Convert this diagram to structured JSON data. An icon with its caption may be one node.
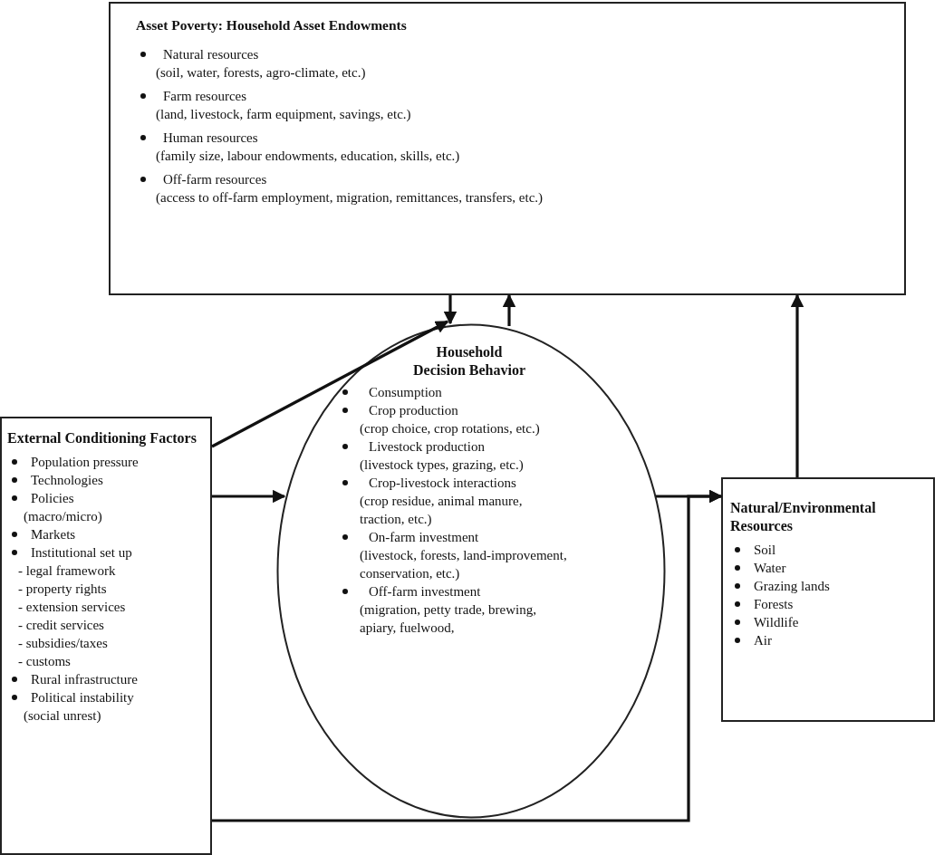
{
  "diagram": {
    "nodes": [
      {
        "text": [
          "Asset Poverty: Household Asset Endowments",
          "Natural resources",
          "(soil, water, forests, agro-climate, etc.)",
          "Farm resources",
          "(land, livestock, farm equipment, savings, etc.)",
          "Human resources",
          "(family size, labour endowments, education, skills, etc.)",
          "Off-farm resources",
          "(access to off-farm employment, migration, remittances, transfers, etc.)"
        ]
      },
      {
        "text": [
          "Household Decision Behavior",
          "Consumption",
          "Crop production",
          "(crop choice, crop rotations, etc.)",
          "Livestock production",
          "(livestock types, grazing,  etc.)",
          "Crop-livestock interactions",
          "(crop residue, animal manure, traction, etc.)",
          "On-farm investment",
          "(livestock, forests, land-improvement, conservation, etc.)",
          "Off-farm investment",
          "(migration, petty trade, brewing, apiary,  fuelwood,"
        ]
      },
      {
        "text": [
          "External Conditioning Factors",
          "Population pressure",
          "Technologies",
          "Policies",
          "(macro/micro)",
          "Markets",
          "Institutional set up",
          "- legal framework",
          "- property rights",
          "- extension services",
          "- credit services",
          "- subsidies/taxes",
          "- customs",
          "Rural infrastructure",
          "Political instability",
          "(social unrest)"
        ]
      },
      {
        "text": [
          "Natural/Environmental Resources",
          "Soil",
          "Water",
          "Grazing lands",
          "Forests",
          "Wildlife",
          "Air"
        ]
      }
    ],
    "edges": [
      {
        "from": 0,
        "to": 1,
        "arrow": "to"
      },
      {
        "from": 1,
        "to": 0,
        "arrow": "to"
      },
      {
        "from": 2,
        "to": 1,
        "arrow": "to"
      },
      {
        "from": 2,
        "to": 1,
        "arrow": "to"
      },
      {
        "from": 1,
        "to": 3,
        "arrow": "to"
      },
      {
        "from": 3,
        "to": 0,
        "arrow": "to"
      },
      {
        "from": 2,
        "to": 3,
        "arrow": "to"
      }
    ]
  }
}
